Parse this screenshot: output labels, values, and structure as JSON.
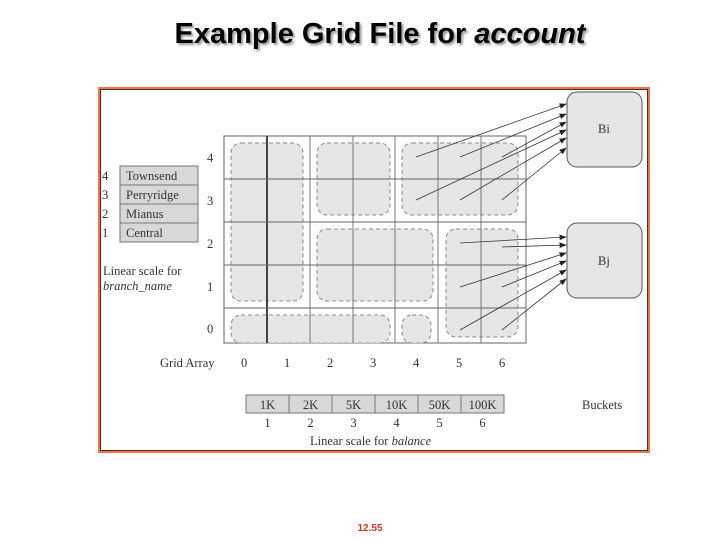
{
  "title": {
    "main": "Example Grid File for ",
    "emphasis": "account"
  },
  "branch_scale": {
    "items": [
      {
        "index": "4",
        "name": "Townsend"
      },
      {
        "index": "3",
        "name": "Perryridge"
      },
      {
        "index": "2",
        "name": "Mianus"
      },
      {
        "index": "1",
        "name": "Central"
      }
    ],
    "caption_line1": "Linear scale for",
    "caption_line2": "branch_name"
  },
  "grid": {
    "label": "Grid Array",
    "row_labels": [
      "4",
      "3",
      "2",
      "1",
      "0"
    ],
    "col_labels": [
      "0",
      "1",
      "2",
      "3",
      "4",
      "5",
      "6"
    ]
  },
  "balance_scale": {
    "values": [
      "1K",
      "2K",
      "5K",
      "10K",
      "50K",
      "100K"
    ],
    "indices": [
      "1",
      "2",
      "3",
      "4",
      "5",
      "6"
    ],
    "caption_prefix": "Linear scale for ",
    "caption_emphasis": "balance"
  },
  "buckets": {
    "label": "Buckets",
    "bi": "Bi",
    "bj": "Bj"
  },
  "footer": {
    "page": "12.55"
  }
}
